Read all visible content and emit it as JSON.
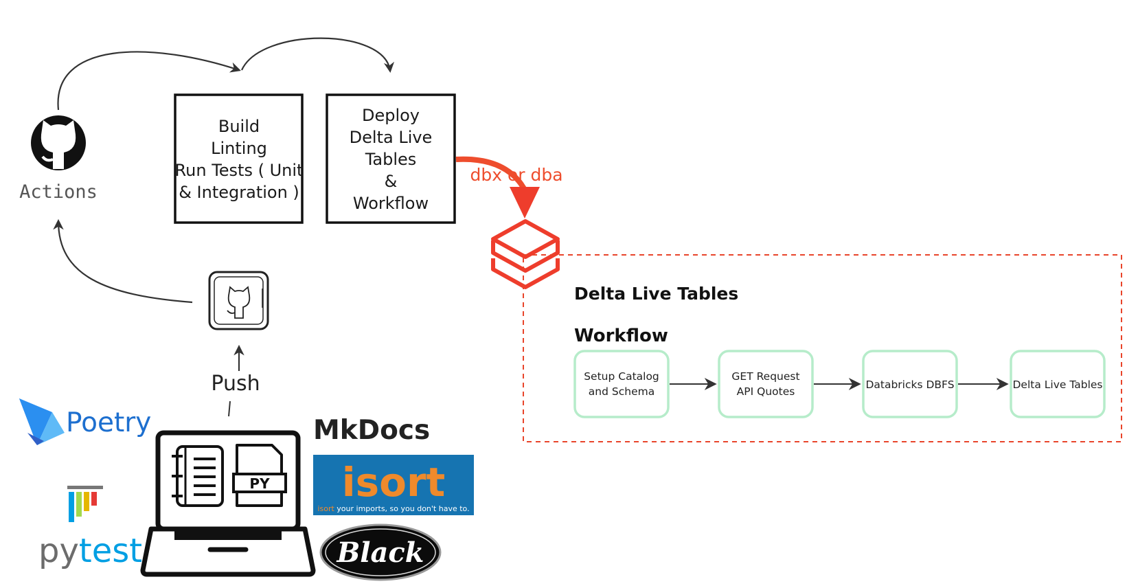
{
  "github_actions": {
    "label": "Actions",
    "icon": "github-icon"
  },
  "build_box": {
    "lines": [
      "Build",
      "Linting",
      "Run Tests ( Unit",
      "& Integration )"
    ]
  },
  "deploy_box": {
    "lines": [
      "Deploy",
      "Delta Live",
      "Tables",
      "&",
      "Workflow"
    ]
  },
  "deploy_arrow": {
    "label": "dbx or dba",
    "color": "#ee4d2d"
  },
  "databricks": {
    "icon": "databricks-logo-icon",
    "color": "#ee3d2c"
  },
  "push": {
    "label": "Push",
    "icon": "github-repo-icon"
  },
  "laptop": {
    "icon": "laptop-icon",
    "file_label": "PY"
  },
  "tools": {
    "poetry": "Poetry",
    "pytest": {
      "prefix": "py",
      "suffix": "test"
    },
    "mkdocs": "MkDocs",
    "isort": {
      "title": "isort",
      "tagline_prefix": "isort",
      "tagline": " your imports, so you don't have to."
    },
    "black": "Black"
  },
  "dlt_panel": {
    "title": "Delta Live Tables",
    "subtitle": "Workflow",
    "border_color": "#e8442a",
    "steps": [
      {
        "lines": [
          "Setup Catalog",
          "and Schema"
        ]
      },
      {
        "lines": [
          "GET Request",
          "API Quotes"
        ]
      },
      {
        "lines": [
          "Databricks DBFS"
        ]
      },
      {
        "lines": [
          "Delta Live Tables"
        ]
      }
    ],
    "step_border_color": "#b6ecca"
  }
}
